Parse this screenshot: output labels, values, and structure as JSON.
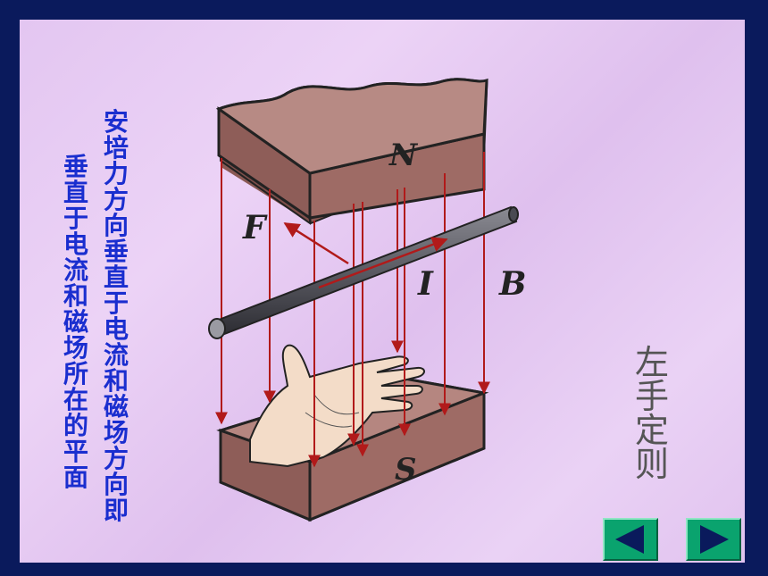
{
  "text_right": "安培力方向垂直于电流和磁场方向　即",
  "text_left": "垂直于电流和磁场所在的平面",
  "title": "左手定则",
  "labels": {
    "north": "N",
    "south": "S",
    "force": "F",
    "current": "I",
    "field": "B"
  },
  "icons": {
    "prev": "left-triangle-icon",
    "next": "right-triangle-icon"
  },
  "colors": {
    "frame": "#0a1a5c",
    "text_blue": "#1a2ecf",
    "magnet": "#9b6a64",
    "field_line": "#b11a1a",
    "button": "#0aa36e"
  }
}
